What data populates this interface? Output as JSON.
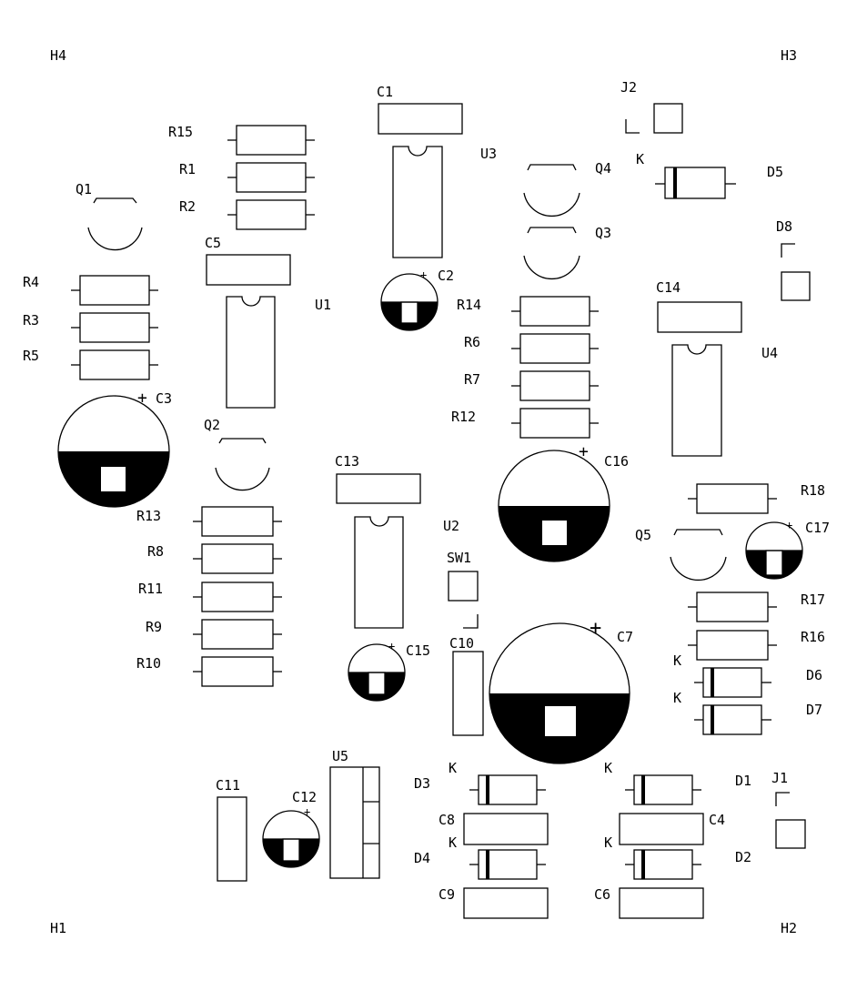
{
  "mounting_holes": [
    "H4",
    "H3",
    "H1",
    "H2"
  ],
  "resistors": [
    "R15",
    "R1",
    "R2",
    "R4",
    "R3",
    "R5",
    "R14",
    "R6",
    "R7",
    "R12",
    "R13",
    "R8",
    "R11",
    "R9",
    "R10",
    "R18",
    "R17",
    "R16"
  ],
  "capacitors": [
    "C1",
    "C5",
    "C14",
    "C13",
    "C10",
    "C11",
    "C8",
    "C9",
    "C4",
    "C6"
  ],
  "electrolytic_capacitors": [
    "C2",
    "C3",
    "C16",
    "C17",
    "C15",
    "C7",
    "C12"
  ],
  "transistors": [
    "Q1",
    "Q2",
    "Q3",
    "Q4",
    "Q5"
  ],
  "ics": [
    "U1",
    "U2",
    "U3",
    "U4"
  ],
  "regulator": "U5",
  "diodes": [
    "D5",
    "D6",
    "D7",
    "D3",
    "D4",
    "D1",
    "D2"
  ],
  "pads": [
    "J2",
    "D8",
    "SW1",
    "J1"
  ],
  "polarity_plus": "+",
  "cathode_mark": "K"
}
